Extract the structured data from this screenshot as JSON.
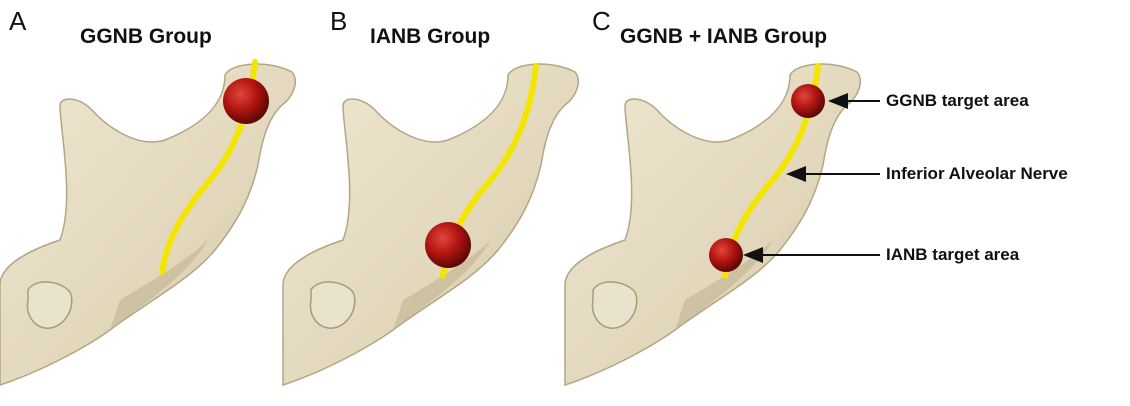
{
  "panels": [
    {
      "letter": "A",
      "title": "GGNB Group"
    },
    {
      "letter": "B",
      "title": "IANB Group"
    },
    {
      "letter": "C",
      "title": "GGNB + IANB Group"
    }
  ],
  "callouts": {
    "ggnb": "GGNB target area",
    "nerve": "Inferior Alveolar Nerve",
    "ianb": "IANB target area"
  },
  "colors": {
    "bone": "#e6dcc2",
    "bone_shadow": "#bdb090",
    "nerve": "#f2e600",
    "target": "#b01410",
    "background": "#ffffff"
  }
}
